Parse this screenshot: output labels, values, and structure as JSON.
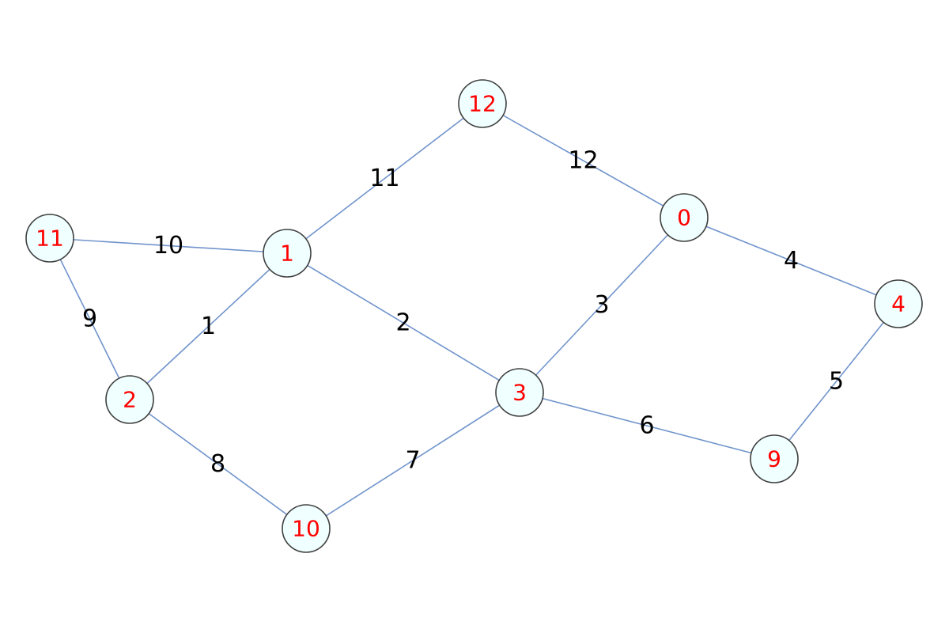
{
  "colors": {
    "edge": "#7094cc",
    "node_fill": "#f0ffff",
    "node_stroke": "#404040",
    "node_label": "#ff0000",
    "edge_label": "#000000"
  },
  "nodes": [
    {
      "id": "12",
      "label": "12"
    },
    {
      "id": "0",
      "label": "0"
    },
    {
      "id": "11",
      "label": "11"
    },
    {
      "id": "1",
      "label": "1"
    },
    {
      "id": "4",
      "label": "4"
    },
    {
      "id": "2",
      "label": "2"
    },
    {
      "id": "3",
      "label": "3"
    },
    {
      "id": "9",
      "label": "9"
    },
    {
      "id": "10",
      "label": "10"
    }
  ],
  "edges": [
    {
      "source": "12",
      "target": "0",
      "label": "12"
    },
    {
      "source": "1",
      "target": "12",
      "label": "11"
    },
    {
      "source": "11",
      "target": "1",
      "label": "10"
    },
    {
      "source": "0",
      "target": "4",
      "label": "4"
    },
    {
      "source": "11",
      "target": "2",
      "label": "9"
    },
    {
      "source": "2",
      "target": "1",
      "label": "1"
    },
    {
      "source": "1",
      "target": "3",
      "label": "2"
    },
    {
      "source": "3",
      "target": "0",
      "label": "3"
    },
    {
      "source": "4",
      "target": "9",
      "label": "5"
    },
    {
      "source": "3",
      "target": "9",
      "label": "6"
    },
    {
      "source": "2",
      "target": "10",
      "label": "8"
    },
    {
      "source": "10",
      "target": "3",
      "label": "7"
    }
  ]
}
